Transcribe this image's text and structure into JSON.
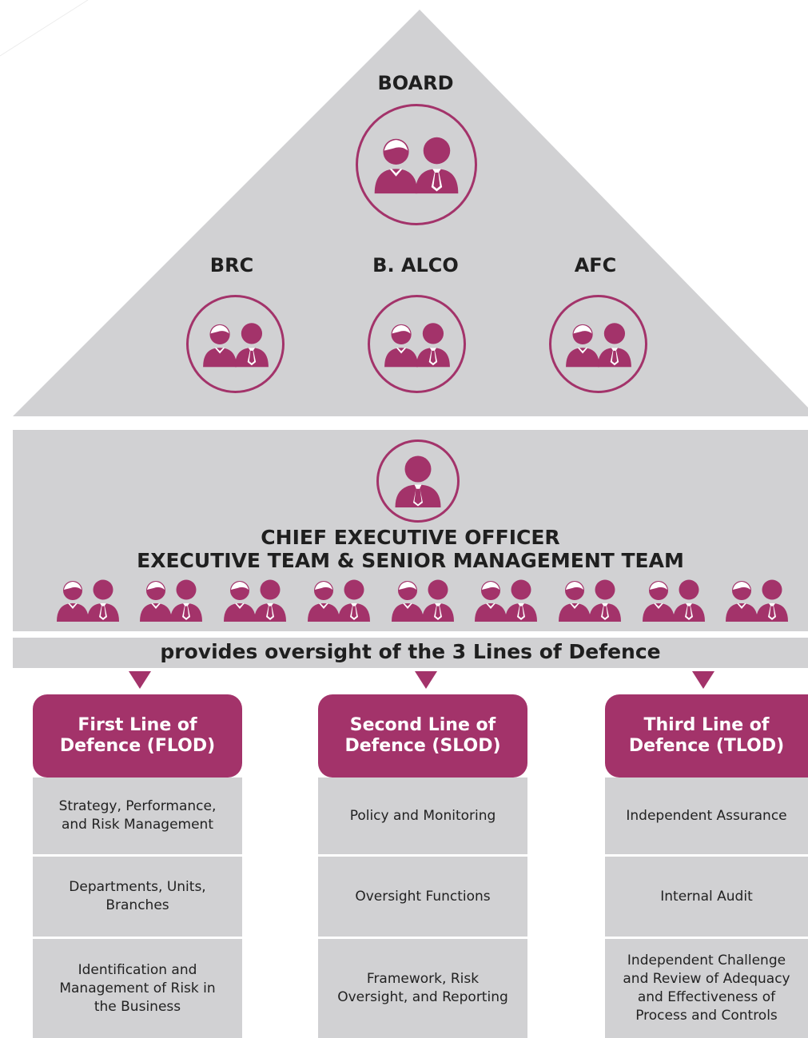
{
  "board": {
    "label": "BOARD"
  },
  "committees": [
    {
      "label": "BRC"
    },
    {
      "label": "B. ALCO"
    },
    {
      "label": "AFC"
    }
  ],
  "management": {
    "line1": "CHIEF EXECUTIVE OFFICER",
    "line2": "EXECUTIVE TEAM & SENIOR MANAGEMENT TEAM"
  },
  "oversight_text": "provides oversight of the 3 Lines of Defence",
  "lines": [
    {
      "title": [
        "First Line of",
        "Defence (FLOD)"
      ],
      "items": [
        [
          "Strategy, Performance,",
          "and Risk Management"
        ],
        [
          "Departments, Units,",
          "Branches"
        ],
        [
          "Identification and",
          "Management of Risk in",
          "the Business"
        ]
      ]
    },
    {
      "title": [
        "Second Line of",
        "Defence (SLOD)"
      ],
      "items": [
        [
          "Policy and Monitoring"
        ],
        [
          "Oversight Functions"
        ],
        [
          "Framework, Risk",
          "Oversight, and Reporting"
        ]
      ]
    },
    {
      "title": [
        "Third Line of",
        "Defence (TLOD)"
      ],
      "items": [
        [
          "Independent Assurance"
        ],
        [
          "Internal Audit"
        ],
        [
          "Independent Challenge",
          "and Review of Adequacy",
          "and Effectiveness of",
          "Process and Controls"
        ]
      ]
    }
  ],
  "colors": {
    "accent": "#a3336a",
    "panel": "#d1d1d3"
  },
  "icons": {
    "people_pair": "people-pair-icon",
    "person": "person-icon"
  }
}
